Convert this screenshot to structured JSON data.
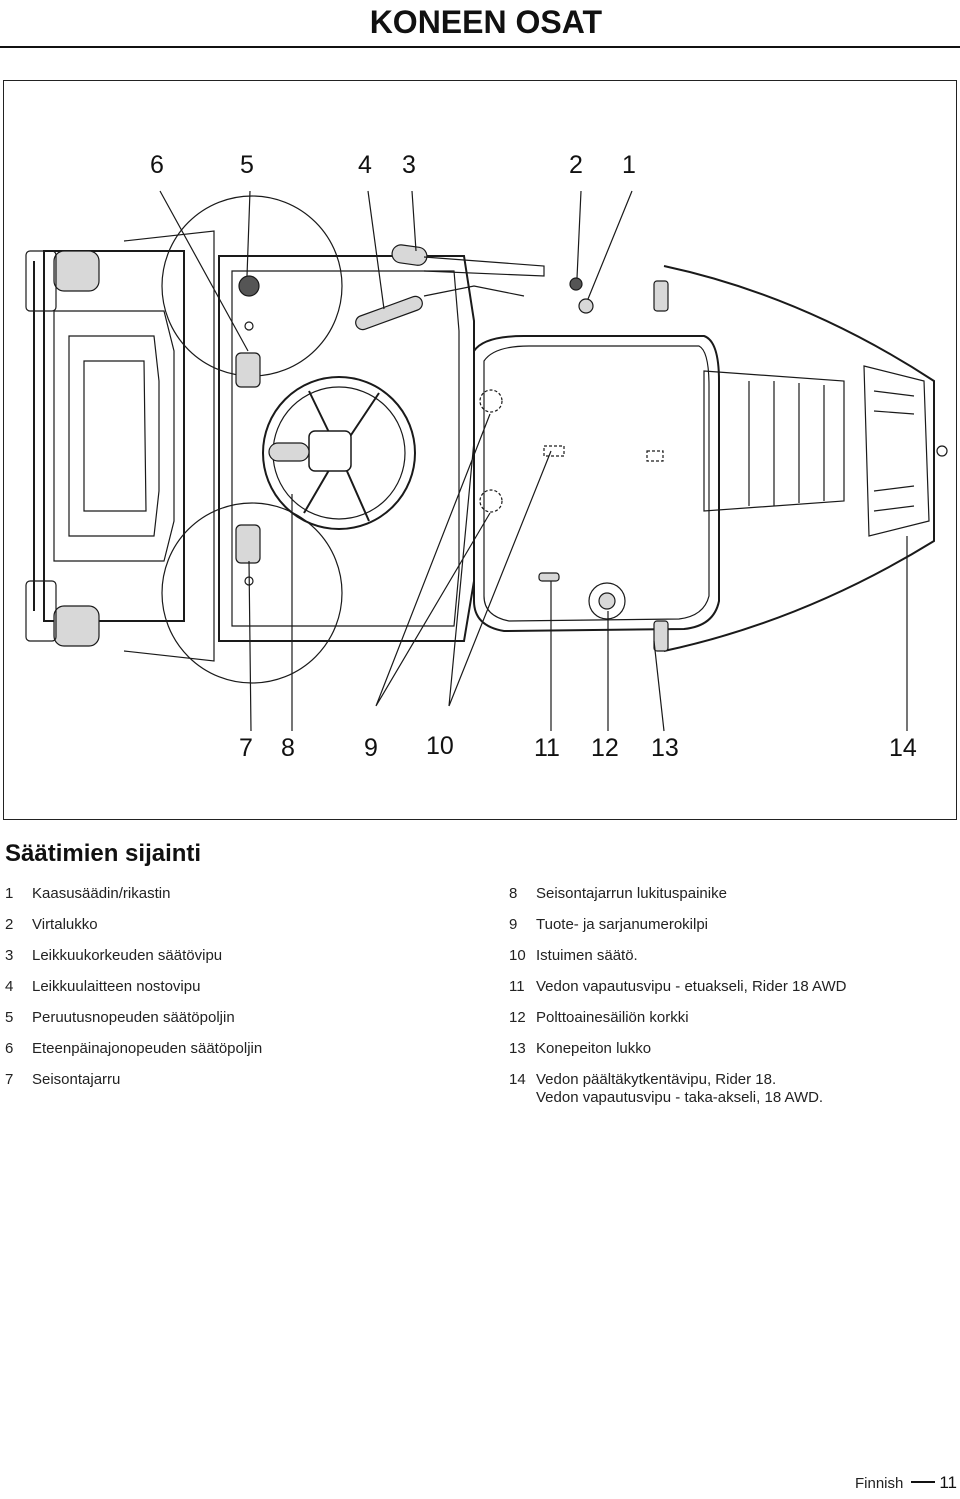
{
  "header": {
    "title": "KONEEN OSAT"
  },
  "figure": {
    "callouts_top": [
      "6",
      "5",
      "4",
      "3",
      "2",
      "1"
    ],
    "callouts_bottom": [
      "7",
      "8",
      "9",
      "10",
      "11",
      "12",
      "13",
      "14"
    ]
  },
  "section": {
    "heading": "Säätimien sijainti"
  },
  "legend_left": [
    {
      "num": "1",
      "text": "Kaasusäädin/rikastin"
    },
    {
      "num": "2",
      "text": "Virtalukko"
    },
    {
      "num": "3",
      "text": "Leikkuukorkeuden säätövipu"
    },
    {
      "num": "4",
      "text": "Leikkuulaitteen nostovipu"
    },
    {
      "num": "5",
      "text": "Peruutusnopeuden säätöpoljin"
    },
    {
      "num": "6",
      "text": "Eteenpäinajonopeuden säätöpoljin"
    },
    {
      "num": "7",
      "text": "Seisontajarru"
    }
  ],
  "legend_right": [
    {
      "num": "8",
      "text": "Seisontajarrun lukituspainike"
    },
    {
      "num": "9",
      "text": "Tuote- ja sarjanumerokilpi"
    },
    {
      "num": "10",
      "text": "Istuimen säätö."
    },
    {
      "num": "11",
      "text": "Vedon vapautusvipu - etuakseli, Rider 18 AWD"
    },
    {
      "num": "12",
      "text": "Polttoainesäiliön korkki"
    },
    {
      "num": "13",
      "text": "Konepeiton lukko"
    },
    {
      "num": "14",
      "text": "Vedon päältäkytkentävipu, Rider 18.",
      "extra": "Vedon vapautusvipu - taka-akseli, 18 AWD."
    }
  ],
  "footer": {
    "language": "Finnish",
    "page": "11"
  }
}
